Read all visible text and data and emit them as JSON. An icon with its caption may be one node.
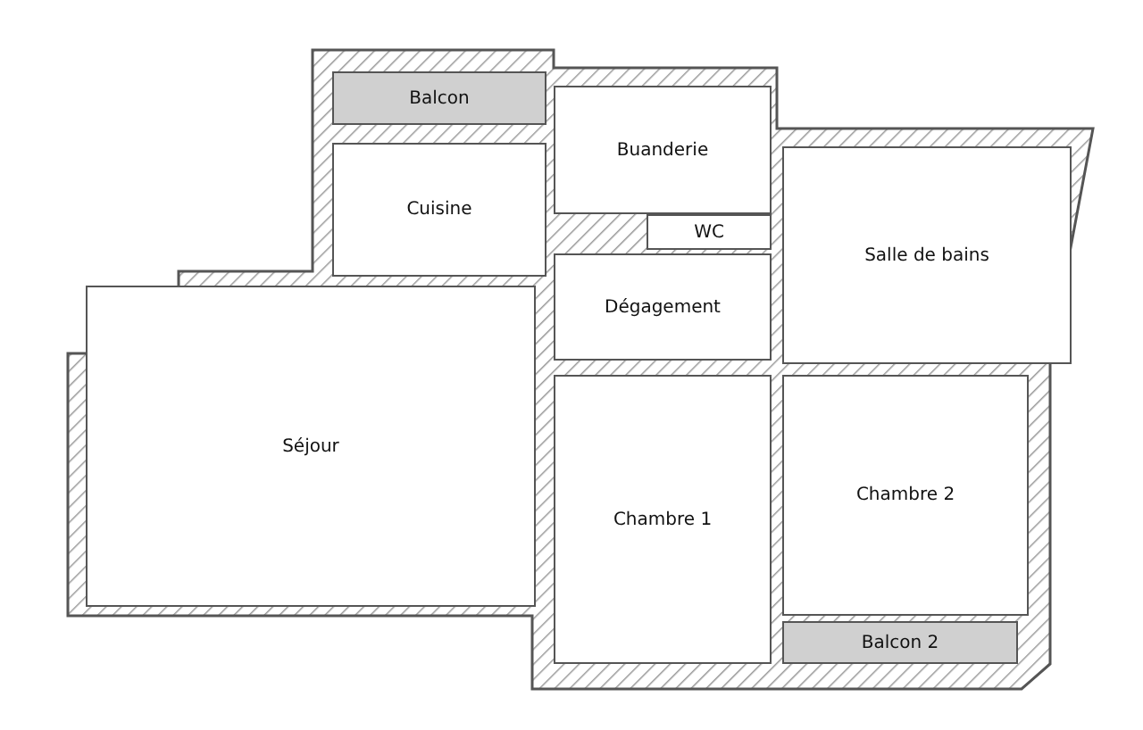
{
  "diagram": {
    "nodes": [
      {
        "text": [
          "Balcon"
        ]
      },
      {
        "text": [
          "Buanderie"
        ]
      },
      {
        "text": [
          "Cuisine"
        ]
      },
      {
        "text": [
          "WC"
        ]
      },
      {
        "text": [
          "Salle de bains"
        ]
      },
      {
        "text": [
          "Dégagement"
        ]
      },
      {
        "text": [
          "Séjour"
        ]
      },
      {
        "text": [
          "Chambre 1"
        ]
      },
      {
        "text": [
          "Chambre 2"
        ]
      },
      {
        "text": [
          "Balcon 2"
        ]
      }
    ],
    "edges": []
  }
}
